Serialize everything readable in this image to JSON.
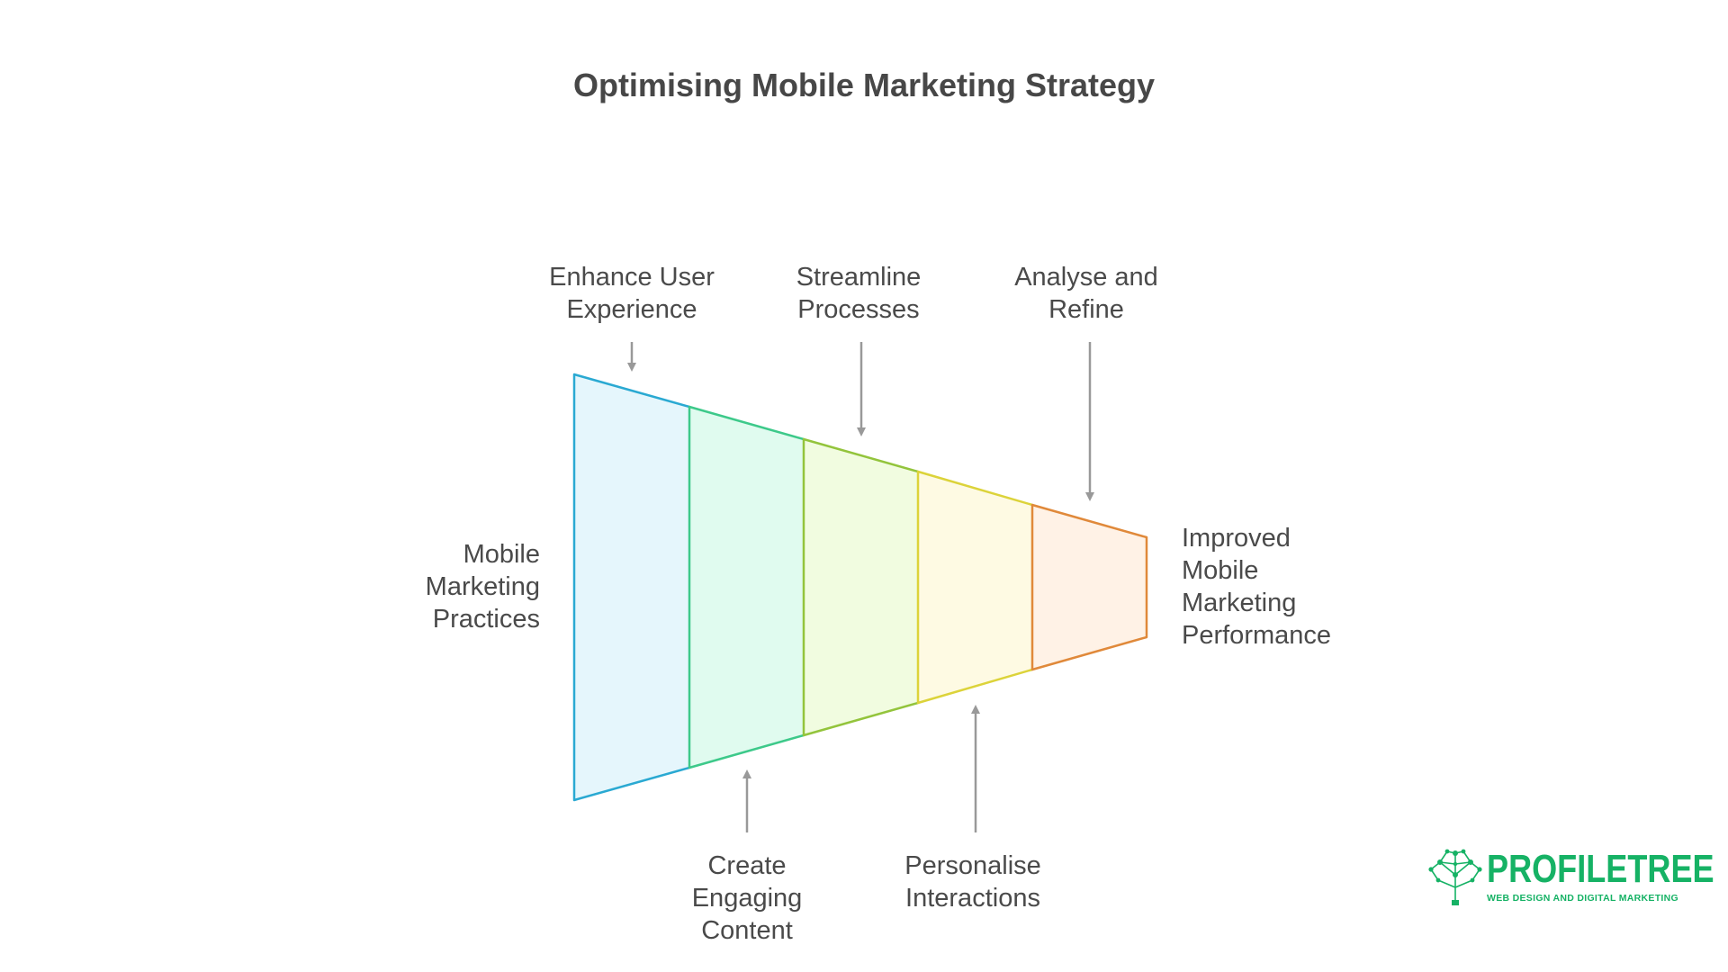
{
  "title": "Optimising Mobile Marketing Strategy",
  "colors": {
    "stage_1": "#2aa9d2",
    "stage_2": "#3dc98a",
    "stage_3": "#93c43c",
    "stage_4": "#dcd33a",
    "stage_5": "#e0893a",
    "arrow": "#999999",
    "text": "#4a4a4a",
    "brand": "#16b265"
  },
  "input_label": "Mobile\nMarketing\nPractices",
  "output_label": "Improved\nMobile\nMarketing\nPerformance",
  "stages": [
    {
      "label": "Enhance User\nExperience",
      "position": "top"
    },
    {
      "label": "Create\nEngaging\nContent",
      "position": "bottom"
    },
    {
      "label": "Streamline\nProcesses",
      "position": "top"
    },
    {
      "label": "Personalise\nInteractions",
      "position": "bottom"
    },
    {
      "label": "Analyse and\nRefine",
      "position": "top"
    }
  ],
  "logo": {
    "name": "PROFILETREE",
    "tagline": "WEB DESIGN AND DIGITAL MARKETING",
    "icon": "tree-network-icon"
  }
}
